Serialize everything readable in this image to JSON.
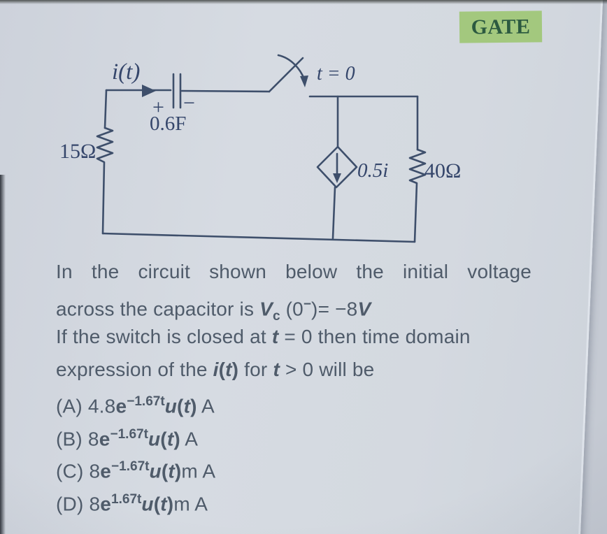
{
  "badge": {
    "label": "GATE",
    "bg": "#a3c87e",
    "fg": "#2c5a40"
  },
  "circuit": {
    "ink": "#3e4f6b",
    "current_label": "i(t)",
    "cap_plus": "+",
    "cap_minus": "−",
    "capacitance": "0.6F",
    "left_resistor": "15Ω",
    "switch_label": "t = 0",
    "dependent_source": "0.5i",
    "right_resistor": "40Ω"
  },
  "question": {
    "lines": [
      {
        "justify": true,
        "segments": [
          {
            "t": "In the circuit shown below the initial voltage"
          }
        ]
      },
      {
        "segments": [
          {
            "t": "across the capacitor is "
          },
          {
            "t": "V",
            "s": "b i"
          },
          {
            "t": "c",
            "s": "b sub"
          },
          {
            "t": " (0"
          },
          {
            "t": "−",
            "s": "sup"
          },
          {
            "t": ")= −8"
          },
          {
            "t": "V",
            "s": "b i"
          }
        ]
      },
      {
        "segments": [
          {
            "t": "If the switch is closed at "
          },
          {
            "t": "t",
            "s": "b i"
          },
          {
            "t": " = 0 then time domain"
          }
        ]
      },
      {
        "segments": [
          {
            "t": "expression of the "
          },
          {
            "t": "i",
            "s": "b i"
          },
          {
            "t": "(",
            "s": "b"
          },
          {
            "t": "t",
            "s": "b i"
          },
          {
            "t": ")",
            "s": "b"
          },
          {
            "t": " for "
          },
          {
            "t": "t",
            "s": "b i"
          },
          {
            "t": " > 0 will be"
          }
        ]
      }
    ]
  },
  "options": {
    "lines": [
      {
        "segments": [
          {
            "t": "(A) 4.8"
          },
          {
            "t": "e",
            "s": "b"
          },
          {
            "t": "−1.67t",
            "s": "sup"
          },
          {
            "t": "u",
            "s": "b i"
          },
          {
            "t": "(",
            "s": "b"
          },
          {
            "t": "t",
            "s": "b i"
          },
          {
            "t": ")",
            "s": "b"
          },
          {
            "t": " A"
          }
        ]
      },
      {
        "segments": [
          {
            "t": "(B) 8"
          },
          {
            "t": "e",
            "s": "b"
          },
          {
            "t": "−1.67t",
            "s": "sup"
          },
          {
            "t": "u",
            "s": "b i"
          },
          {
            "t": "(",
            "s": "b"
          },
          {
            "t": "t",
            "s": "b i"
          },
          {
            "t": ")",
            "s": "b"
          },
          {
            "t": " A"
          }
        ]
      },
      {
        "segments": [
          {
            "t": "(C) 8"
          },
          {
            "t": "e",
            "s": "b"
          },
          {
            "t": "−1.67t",
            "s": "sup"
          },
          {
            "t": "u",
            "s": "b i"
          },
          {
            "t": "(",
            "s": "b"
          },
          {
            "t": "t",
            "s": "b i"
          },
          {
            "t": ")",
            "s": "b"
          },
          {
            "t": "m A"
          }
        ]
      },
      {
        "segments": [
          {
            "t": "(D) 8"
          },
          {
            "t": "e",
            "s": "b"
          },
          {
            "t": "1.67t",
            "s": "sup"
          },
          {
            "t": "u",
            "s": "b i"
          },
          {
            "t": "(",
            "s": "b"
          },
          {
            "t": "t",
            "s": "b i"
          },
          {
            "t": ")",
            "s": "b"
          },
          {
            "t": "m A"
          }
        ]
      }
    ]
  }
}
